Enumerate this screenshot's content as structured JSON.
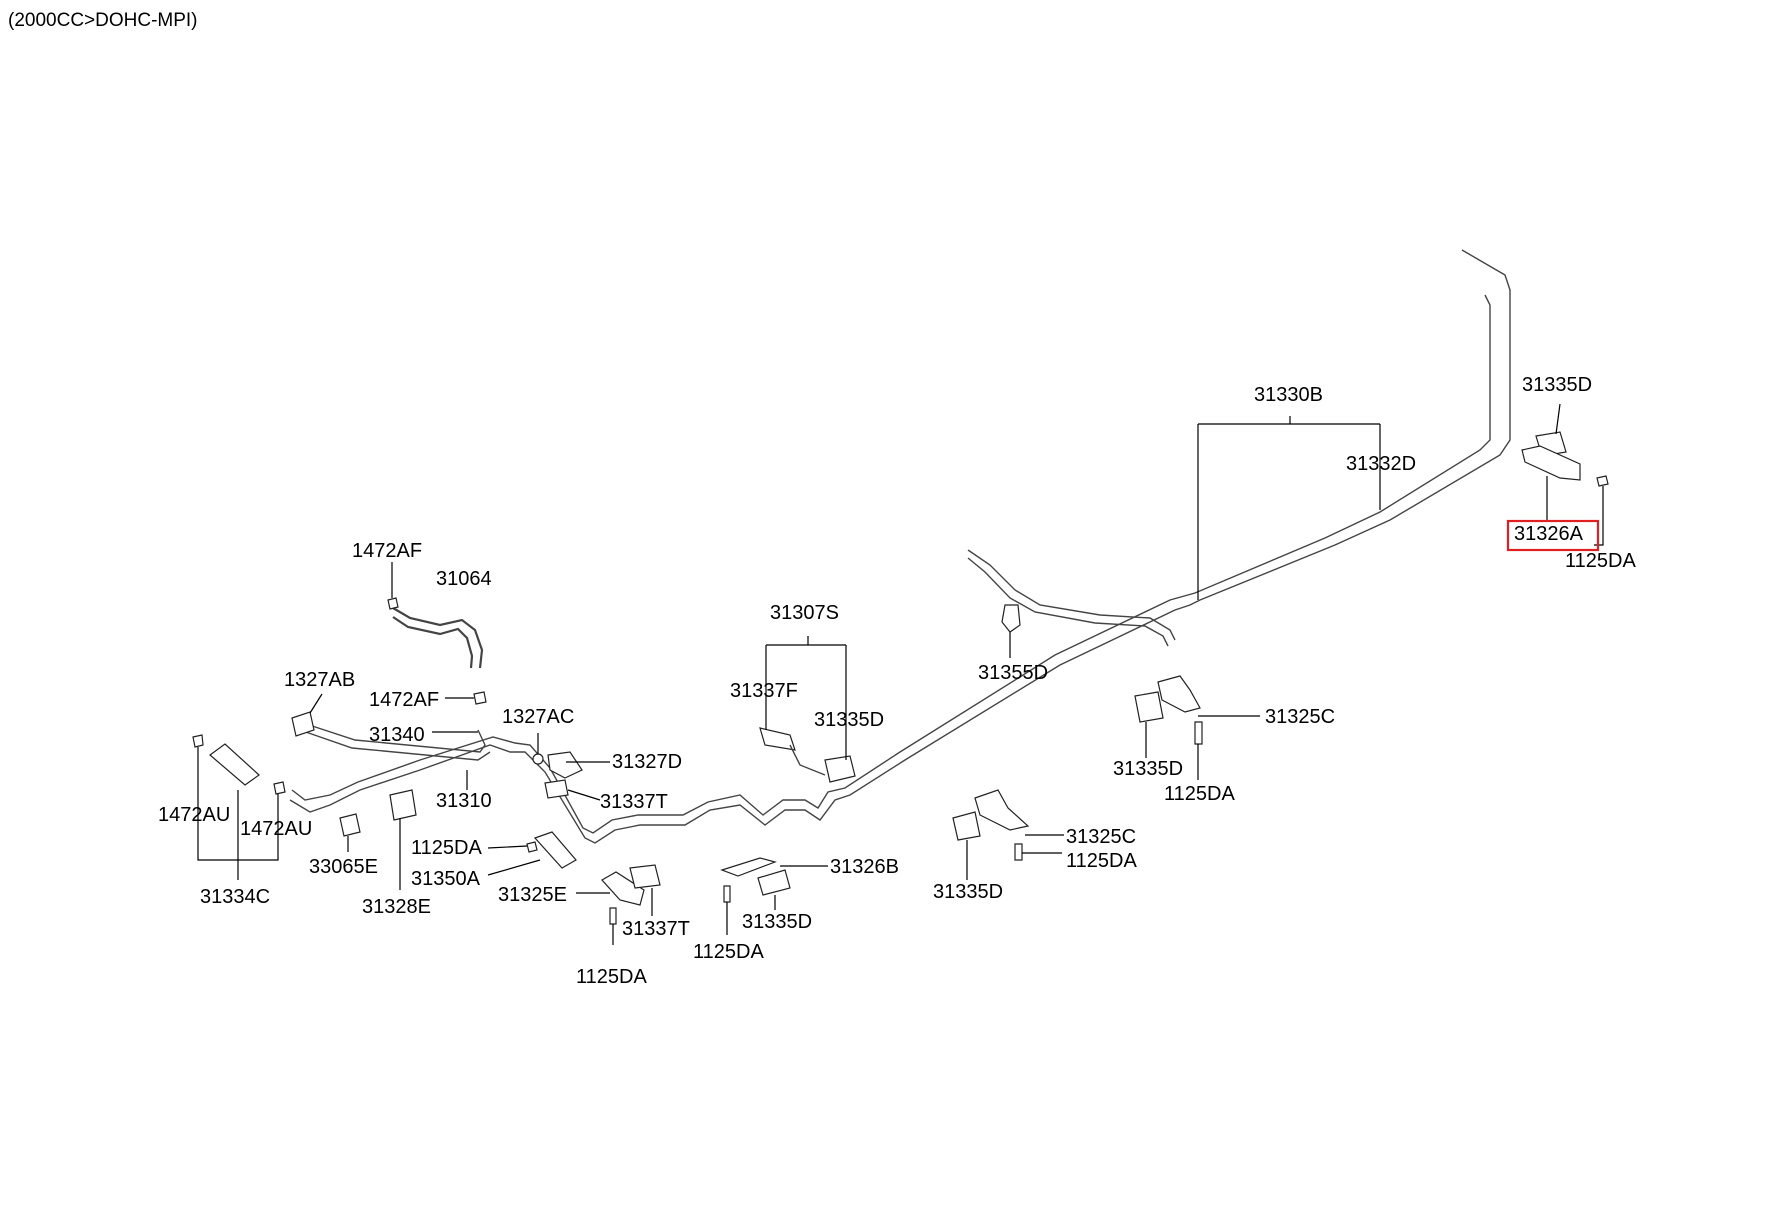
{
  "header": "(2000CC>DOHC-MPI)",
  "highlight_color": "#e02020",
  "labels": {
    "l31335D_a": "31335D",
    "l31330B": "31330B",
    "l31332D": "31332D",
    "l31326A": "31326A",
    "l1125DA_a": "1125DA",
    "l1472AF_a": "1472AF",
    "l31064": "31064",
    "l31307S": "31307S",
    "l31355D": "31355D",
    "l1327AB": "1327AB",
    "l1472AF_b": "1472AF",
    "l31337F": "31337F",
    "l31335D_b": "31335D",
    "l31340": "31340",
    "l1327AC": "1327AC",
    "l31327D": "31327D",
    "l31325C_a": "31325C",
    "l31335D_c": "31335D",
    "l1125DA_b": "1125DA",
    "l31310": "31310",
    "l31337T_a": "31337T",
    "l1472AU_a": "1472AU",
    "l1472AU_b": "1472AU",
    "l1125DA_c": "1125DA",
    "l31325C_b": "31325C",
    "l1125DA_d": "1125DA",
    "l33065E": "33065E",
    "l31350A": "31350A",
    "l31326B": "31326B",
    "l31325E": "31325E",
    "l31335D_d": "31335D",
    "l31334C": "31334C",
    "l31328E": "31328E",
    "l31337T_b": "31337T",
    "l31335D_e": "31335D",
    "l1125DA_e": "1125DA",
    "l1125DA_f": "1125DA"
  }
}
